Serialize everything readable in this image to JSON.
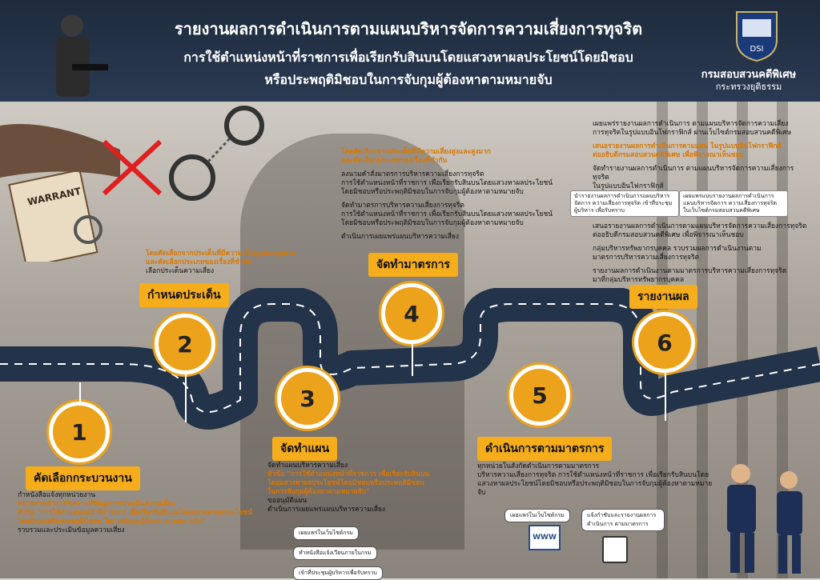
{
  "header": {
    "title_line1": "รายงานผลการดำเนินการตามแผนบริหารจัดการความเสี่ยงการทุจริต",
    "title_line2": "การใช้ตำแหน่งหน้าที่ราชการเพื่อเรียกรับสินบนโดยแสวงหาผลประโยชน์โดยมิชอบ",
    "title_line3": "หรือประพฤติมิชอบในการจับกุมผู้ต้องหาตามหมายจับ",
    "org_name": "กรมสอบสวนคดีพิเศษ",
    "ministry": "กระทรวงยุติธรรม",
    "logo_text": "DSI"
  },
  "warrant_text": "WARRANT",
  "steps": {
    "s1": {
      "number": "1",
      "label": "คัดเลือกกระบวนงาน",
      "items": [
        "กำหนังสือแจ้งทุกหน่วยงาน",
        "หน่วยงานทำการวิเคราะห์ข้อมูลการประเมินความเสี่ยง",
        "หัวข้อ \"การใช้ตำแหน่งหน้าที่ราชการ เพื่อเรียกรับสินบนโดยแสวงหาผลประโยชน์",
        "โดยมิชอบหรือประพฤติมิชอบ ในการจับกุมผู้ต้องหาตามหมายจับ\"",
        "รวบรวมและประเมินข้อมูลความเสี่ยง"
      ]
    },
    "s2": {
      "number": "2",
      "label": "กำหนดประเด็น",
      "items": [
        "โดยคัดเลือกจากประเด็นที่มีความเสี่ยงสูงและสูงมาก",
        "และคัดเลือกประเภทของเรื่องที่ชำกัน",
        "เลือกประเด็นความเสี่ยง"
      ]
    },
    "s3": {
      "number": "3",
      "label": "จัดทำแผน",
      "items": [
        "จัดทำแผนบริหารความเสี่ยง",
        "หัวข้อ \"การใช้ตำแหน่งหน้าที่ราชการ เพื่อเรียกรับสินบน",
        "โดยแสวงหาผลประโยชน์โดยมิชอบหรือประพฤติมิชอบ",
        "ในการจับกุมผู้ต้องหาตามหมายจับ\"",
        "ขออนุมัติแผน",
        "ดำเนินการเผยแพร่แผนบริหารความเสี่ยง"
      ],
      "pills": [
        "เผยแพร่ในเว็บไซต์กรม",
        "ทำหนังสือแจ้งเวียนภายในกรม",
        "เข้าที่ประชุมผู้บริหารเพื่อรับทราบ"
      ]
    },
    "s4": {
      "number": "4",
      "label": "จัดทำมาตรการ",
      "items": [
        "โดยคัดเลือกจากประเด็นที่มีความเสี่ยงสูงและสูงมาก",
        "และคัดเลือกประเภทของเรื่องที่ชำกัน",
        "ลงนามคำสั่งมาตรการบริหารความเสี่ยงการทุจริต",
        "การใช้ตำแหน่งหน้าที่ราชการ เพื่อเรียกรับสินบนโดยแสวงหาผลประโยชน์",
        "โดยมิชอบหรือประพฤติมิชอบในการจับกุมผู้ต้องหาตามหมายจับ",
        "จัดทำมาตรการบริหารความเสี่ยงการทุจริต",
        "การใช้ตำแหน่งหน้าที่ราชการ เพื่อเรียกรับสินบนโดยแสวงหาผลประโยชน์",
        "โดยมิชอบหรือประพฤติมิชอบในการจับกุมผู้ต้องหาตามหมายจับ",
        "ดำเนินการเผยแพร่แผนบริหารความเสี่ยง"
      ]
    },
    "s5": {
      "number": "5",
      "label": "ดำเนินการตามมาตรการ",
      "items": [
        "ทุกหน่วยในสังกัดดำเนินการตามมาตรการ",
        "บริหารความเสี่ยงการทุจริต การใช้ตำแหน่งหน้าที่ราชการ เพื่อเรียกรับสินบนโดย",
        "แสวงหาผลประโยชน์โดยมิชอบหรือประพฤติมิชอบในการจับกุมผู้ต้องหาตามหมายจับ"
      ],
      "pills": [
        "เผยแพร่ในเว็บไซต์กรม",
        "แจ้งกำชับและรายงานผลการดำเนินการ ตามมาตรการ"
      ],
      "www": "WWW"
    },
    "s6": {
      "number": "6",
      "label": "รายงานผล",
      "items": [
        "เผยแพร่รายงานผลการดำเนินการ ตามแผนบริหารจัดการความเสี่ยง",
        "การทุจริตในรูปแบบอินโฟกราฟิกส์ ผ่านเว็บไซต์กรมสอบสวนคดีพิเศษ",
        "เสนอรายงานผลการดำเนินการตามแผน ในรูปแบบอินโฟกราฟิกส์",
        "ต่ออธิบดีกรมสอบสวนคดีพิเศษ เพื่อพิจารณาเห็นชอบ",
        "จัดทำรายงานผลการดำเนินการ ตามแผนบริหารจัดการความเสี่ยงการทุจริต",
        "ในรูปแบบอินโฟกราฟิกส์",
        "เสนอรายงานผลการดำเนินการตามแผนบริหารจัดการความเสี่ยงการทุจริต",
        "ต่ออธิบดีกรมสอบสวนคดีพิเศษ เพื่อพิจารณาเห็นชอบ",
        "กลุ่มบริหารทรัพยากรบุคคล รวบรวมผลการดำเนินงานตาม",
        "มาตรการบริหารความเสี่ยงการทุจริต",
        "รายงานผลการดำเนินงานตามมาตรการบริหารความเสี่ยงการทุจริต",
        "มาที่กลุ่มบริหารทรัพยากรบุคคล"
      ],
      "boxes": [
        "นำรายงานผลการดำเนินการแผนบริหารจัดการ ความเสี่ยงการทุจริต เข้าที่ประชุมผู้บริหาร เพื่อรับทราบ",
        "เผยแพร่แบบรายงานผลการดำเนินการแผนบริหารจัดการ ความเสี่ยงการทุจริต ในเว็บไซต์กรมสอบสวนคดีพิเศษ"
      ]
    }
  }
}
